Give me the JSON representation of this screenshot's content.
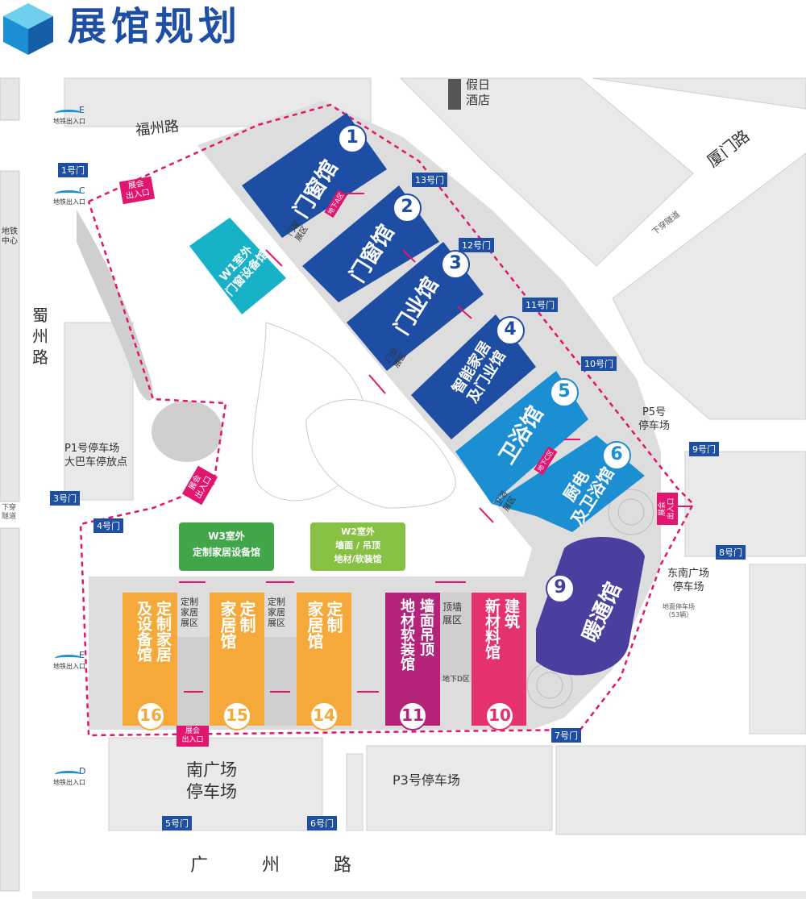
{
  "title": "展馆规划",
  "colors": {
    "brand_blue": "#1e4fa3",
    "hall_dark_blue": "#1d4ea3",
    "hall_light_blue": "#1c8fd3",
    "hall_cyan": "#17b2c8",
    "hall_purple": "#4a3f9e",
    "hall_orange": "#f5a93a",
    "hall_magenta": "#b4237a",
    "hall_pink": "#e5326e",
    "outdoor_green": "#41a64a",
    "outdoor_lime": "#86c144",
    "entrance_pink": "#e2166f",
    "site_gray": "#dddddd",
    "road_gray": "#e9e9e9"
  },
  "roads": {
    "fuzhou": "福州路",
    "xiamen": "厦门路",
    "shuzhou": "蜀州路",
    "guangzhou": "广 州 路"
  },
  "landmarks": {
    "hotel": "假日\n酒店",
    "metro_center": "地铁\n中心",
    "underpass_xiamen": "下穿隧道",
    "underpass_left": "下穿\n隧道"
  },
  "metro_exits": [
    {
      "letter": "E",
      "label": "地铁出入口"
    },
    {
      "letter": "C",
      "label": "地铁出入口"
    },
    {
      "letter": "E",
      "label": "地铁出入口"
    },
    {
      "letter": "D",
      "label": "地铁出入口"
    }
  ],
  "gates": [
    "1号门",
    "13号门",
    "12号门",
    "11号门",
    "10号门",
    "9号门",
    "8号门",
    "7号门",
    "6号门",
    "5号门",
    "4号门",
    "3号门"
  ],
  "entrances": [
    "展会\n出入口",
    "展会\n出入口",
    "展会\n出入口",
    "展会\n出入口"
  ],
  "parking": {
    "p1": "P1号停车场\n大巴车停放点",
    "p5": "P5号\n停车场",
    "southeast": "东南广场\n停车场",
    "southeast_sub": "地面停车场\n（53辆）",
    "south": "南广场\n停车场",
    "p3": "P3号停车场"
  },
  "halls": [
    {
      "num": "1",
      "name": "门窗馆"
    },
    {
      "num": "2",
      "name": "门窗馆"
    },
    {
      "num": "3",
      "name": "门业馆"
    },
    {
      "num": "4",
      "name": "智能家居\n及门业馆"
    },
    {
      "num": "5",
      "name": "卫浴馆"
    },
    {
      "num": "6",
      "name": "厨电\n及卫浴馆"
    },
    {
      "num": "9",
      "name": "暖通馆"
    },
    {
      "num": "10",
      "name": "建筑\n新材料馆"
    },
    {
      "num": "11",
      "name": "墙面吊顶\n地材软装馆"
    },
    {
      "num": "14",
      "name": "定制\n家居馆"
    },
    {
      "num": "15",
      "name": "定制\n家居馆"
    },
    {
      "num": "16",
      "name": "定制家居\n及设备馆"
    }
  ],
  "zones": {
    "window_zone": "门窗\n展区",
    "door_zone": "门业\n展区",
    "bath_zone": "卫浴\n展区",
    "basement_a": "地下A区",
    "basement_c": "地下C区",
    "basement_d": "地下D区",
    "custom_zone_1": "定制\n家居\n展区",
    "custom_zone_2": "定制\n家居\n展区",
    "ceiling_zone": "顶墙\n展区"
  },
  "outdoor_halls": {
    "w1": "W1室外\n门窗设备馆",
    "w2": "W2室外\n墙面 / 吊顶\n地材/软装馆",
    "w3": "W3室外\n定制家居设备馆"
  }
}
